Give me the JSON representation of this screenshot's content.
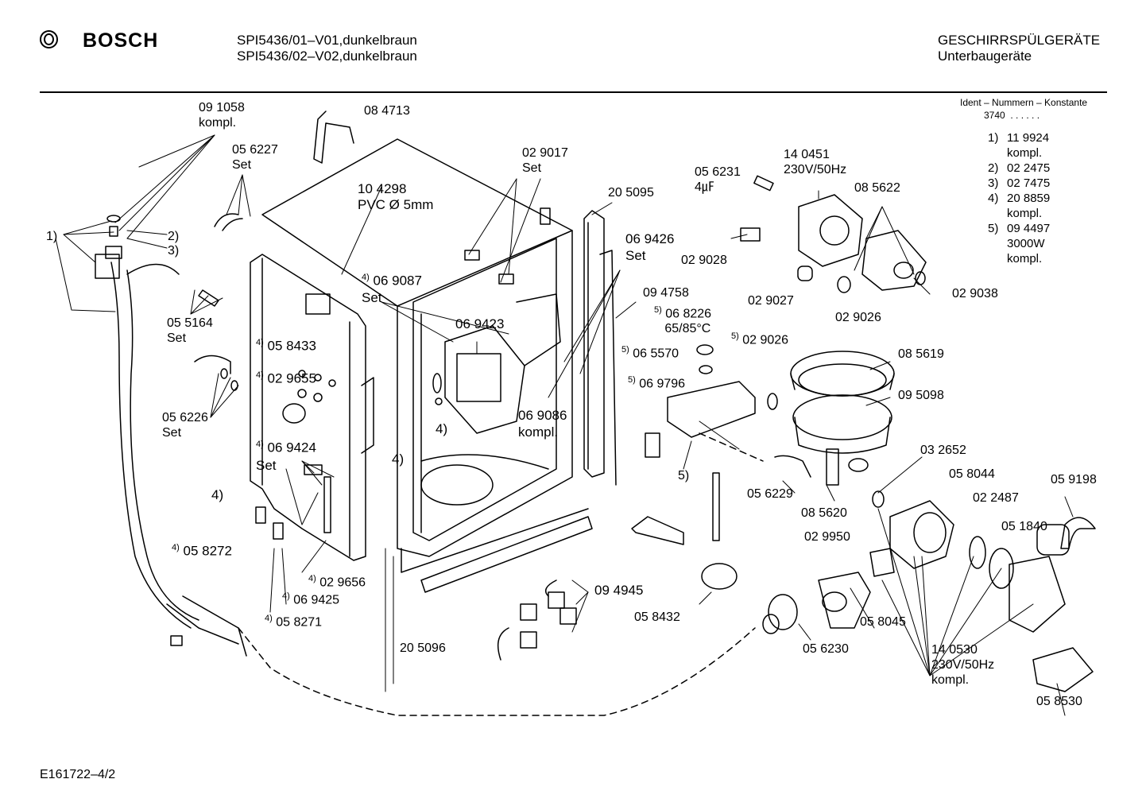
{
  "header": {
    "brand": "BOSCH",
    "model_line_1": "SPI5436/01–V01,dunkelbraun",
    "model_line_2": "SPI5436/02–V02,dunkelbraun",
    "category": "GESCHIRRSPÜLGERÄTE",
    "subcategory": "Unterbaugeräte"
  },
  "ident": {
    "title": "Ident – Nummern – Konstante",
    "prefix": "3740",
    "dots": ". . . . . .",
    "entries": [
      {
        "key": "1)",
        "lines": [
          "11 9924",
          "kompl."
        ]
      },
      {
        "key": "2)",
        "lines": [
          "02 2475"
        ]
      },
      {
        "key": "3)",
        "lines": [
          "02 7475"
        ]
      },
      {
        "key": "4)",
        "lines": [
          "20 8859",
          "kompl."
        ]
      },
      {
        "key": "5)",
        "lines": [
          "09 4497",
          "3000W",
          "kompl."
        ]
      }
    ]
  },
  "parts": [
    {
      "id": "p091058",
      "sup": "",
      "l1": "09 1058",
      "l2": "kompl."
    },
    {
      "id": "p084713",
      "sup": "",
      "l1": "08 4713",
      "l2": ""
    },
    {
      "id": "p056227",
      "sup": "",
      "l1": "05 6227",
      "l2": "Set"
    },
    {
      "id": "p104298",
      "sup": "",
      "l1": "10 4298",
      "l2": "PVC Ø 5mm"
    },
    {
      "id": "p029017",
      "sup": "",
      "l1": "02 9017",
      "l2": "Set"
    },
    {
      "id": "p205095",
      "sup": "",
      "l1": "20 5095",
      "l2": ""
    },
    {
      "id": "p0562314",
      "sup": "",
      "l1": "05 6231",
      "l2": "4㎌"
    },
    {
      "id": "p140451",
      "sup": "",
      "l1": "14 0451",
      "l2": "230V/50Hz"
    },
    {
      "id": "p085622",
      "sup": "",
      "l1": "08 5622",
      "l2": ""
    },
    {
      "id": "k1",
      "sup": "",
      "l1": "1)",
      "l2": ""
    },
    {
      "id": "k2",
      "sup": "",
      "l1": "2)",
      "l2": ""
    },
    {
      "id": "k3",
      "sup": "",
      "l1": "3)",
      "l2": ""
    },
    {
      "id": "p069426",
      "sup": "",
      "l1": "06 9426",
      "l2": "Set"
    },
    {
      "id": "p029028",
      "sup": "",
      "l1": "02 9028",
      "l2": ""
    },
    {
      "id": "p069087",
      "sup": "4)",
      "l1": "06 9087",
      "l2": "Set"
    },
    {
      "id": "p094758",
      "sup": "",
      "l1": "09 4758",
      "l2": ""
    },
    {
      "id": "p029027",
      "sup": "",
      "l1": "02 9027",
      "l2": ""
    },
    {
      "id": "p029038",
      "sup": "",
      "l1": "02 9038",
      "l2": ""
    },
    {
      "id": "p055164",
      "sup": "",
      "l1": "05 5164",
      "l2": "Set"
    },
    {
      "id": "p068226",
      "sup": "5)",
      "l1": "06 8226",
      "l2": "65/85°C"
    },
    {
      "id": "p029026a",
      "sup": "",
      "l1": "02 9026",
      "l2": ""
    },
    {
      "id": "p069423",
      "sup": "",
      "l1": "06 9423",
      "l2": ""
    },
    {
      "id": "p058433",
      "sup": "4)",
      "l1": "05 8433",
      "l2": ""
    },
    {
      "id": "p029026b",
      "sup": "5)",
      "l1": "02 9026",
      "l2": ""
    },
    {
      "id": "p065570",
      "sup": "5)",
      "l1": "06 5570",
      "l2": ""
    },
    {
      "id": "p085619",
      "sup": "",
      "l1": "08 5619",
      "l2": ""
    },
    {
      "id": "p029655",
      "sup": "4)",
      "l1": "02 9655",
      "l2": ""
    },
    {
      "id": "p069796",
      "sup": "5)",
      "l1": "06 9796",
      "l2": ""
    },
    {
      "id": "p095098",
      "sup": "",
      "l1": "09 5098",
      "l2": ""
    },
    {
      "id": "p069086",
      "sup": "",
      "l1": "06 9086",
      "l2": "kompl."
    },
    {
      "id": "p056226",
      "sup": "",
      "l1": "05 6226",
      "l2": "Set"
    },
    {
      "id": "k4a",
      "sup": "",
      "l1": "4)",
      "l2": ""
    },
    {
      "id": "p069424",
      "sup": "4)",
      "l1": "06 9424",
      "l2": "Set"
    },
    {
      "id": "k4b",
      "sup": "",
      "l1": "4)",
      "l2": ""
    },
    {
      "id": "p032652",
      "sup": "",
      "l1": "03 2652",
      "l2": ""
    },
    {
      "id": "k5",
      "sup": "",
      "l1": "5)",
      "l2": ""
    },
    {
      "id": "p058044",
      "sup": "",
      "l1": "05 8044",
      "l2": ""
    },
    {
      "id": "p059198",
      "sup": "",
      "l1": "05 9198",
      "l2": ""
    },
    {
      "id": "k4c",
      "sup": "",
      "l1": "4)",
      "l2": ""
    },
    {
      "id": "p056229",
      "sup": "",
      "l1": "05 6229",
      "l2": ""
    },
    {
      "id": "p022487",
      "sup": "",
      "l1": "02 2487",
      "l2": ""
    },
    {
      "id": "p085620",
      "sup": "",
      "l1": "08 5620",
      "l2": ""
    },
    {
      "id": "p051840",
      "sup": "",
      "l1": "05 1840",
      "l2": ""
    },
    {
      "id": "p029950",
      "sup": "",
      "l1": "02 9950",
      "l2": ""
    },
    {
      "id": "p058272",
      "sup": "4)",
      "l1": "05 8272",
      "l2": ""
    },
    {
      "id": "p029656",
      "sup": "4)",
      "l1": "02 9656",
      "l2": ""
    },
    {
      "id": "p094945",
      "sup": "",
      "l1": "09 4945",
      "l2": ""
    },
    {
      "id": "p069425",
      "sup": "4)",
      "l1": "06 9425",
      "l2": ""
    },
    {
      "id": "p058432",
      "sup": "",
      "l1": "05 8432",
      "l2": ""
    },
    {
      "id": "p058045",
      "sup": "",
      "l1": "05 8045",
      "l2": ""
    },
    {
      "id": "p058271",
      "sup": "4)",
      "l1": "05 8271",
      "l2": ""
    },
    {
      "id": "p205096",
      "sup": "",
      "l1": "20 5096",
      "l2": ""
    },
    {
      "id": "p056230",
      "sup": "",
      "l1": "05 6230",
      "l2": ""
    },
    {
      "id": "p140530",
      "sup": "",
      "l1": "14 0530",
      "l2": "230V/50Hz",
      "l3": "kompl."
    },
    {
      "id": "p058530",
      "sup": "",
      "l1": "05 8530",
      "l2": ""
    }
  ],
  "footer": {
    "code": "E161722–4/2"
  }
}
